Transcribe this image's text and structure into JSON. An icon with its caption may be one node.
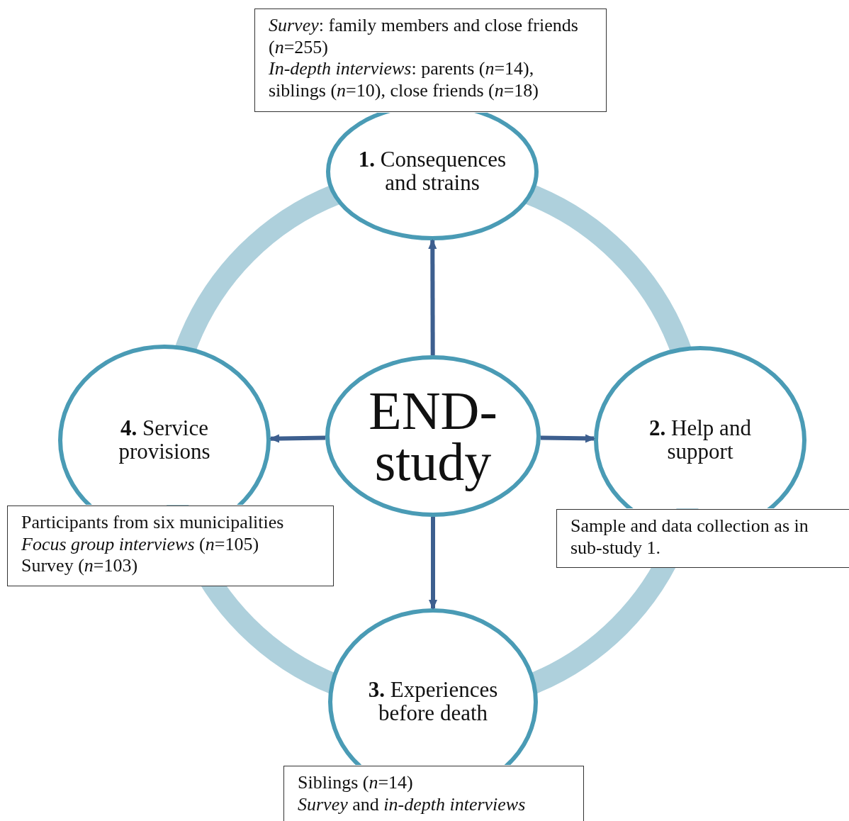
{
  "diagram": {
    "nodes": [
      {
        "text": [
          "*Survey*: family members and close friends (*n*=255)",
          "*In-depth interviews*: parents (*n*=14), siblings (*n*=10), close friends (*n*=18)"
        ]
      },
      {
        "text": [
          "**1.** Consequences and strains"
        ]
      },
      {
        "text": [
          "END-study"
        ]
      },
      {
        "text": [
          "**4.** Service provisions"
        ]
      },
      {
        "text": [
          "**2.** Help and support"
        ]
      },
      {
        "text": [
          "Participants from six municipalities",
          "*Focus group interviews* (*n*=105)",
          "Survey (*n*=103)"
        ]
      },
      {
        "text": [
          "Sample and data collection as in sub-study 1."
        ]
      },
      {
        "text": [
          "**3.** Experiences before death"
        ]
      },
      {
        "text": [
          "Siblings (*n*=14)",
          "*Survey* and *in-depth interviews*"
        ]
      }
    ],
    "edges": [
      {
        "from": 2,
        "to": 1,
        "arrow": "to"
      },
      {
        "from": 2,
        "to": 4,
        "arrow": "to"
      },
      {
        "from": 2,
        "to": 7,
        "arrow": "to"
      },
      {
        "from": 2,
        "to": 3,
        "arrow": "to"
      }
    ]
  }
}
